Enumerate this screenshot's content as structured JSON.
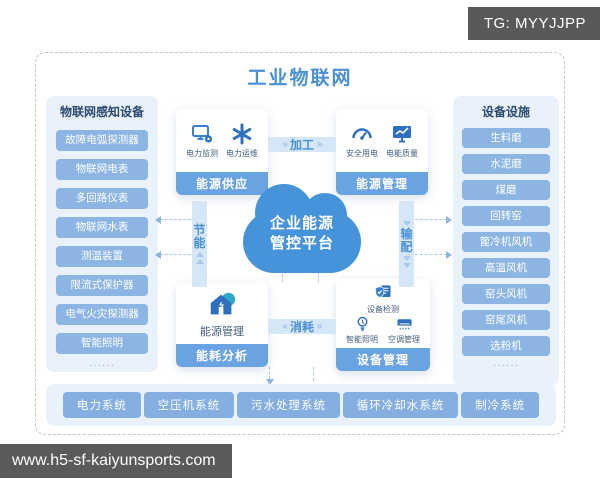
{
  "badge": {
    "text": "TG: MYYJJPP"
  },
  "watermark": {
    "url": "www.h5-sf-kaiyunsports.com"
  },
  "diagram": {
    "title": "工业物联网",
    "left_panel": {
      "header": "物联网感知设备",
      "items": [
        "故障电弧探测器",
        "物联网电表",
        "多回路仪表",
        "物联网水表",
        "测温装置",
        "限流式保护器",
        "电气火灾探测器",
        "智能照明"
      ],
      "more": "······"
    },
    "right_panel": {
      "header": "设备设施",
      "items": [
        "生料磨",
        "水泥磨",
        "煤磨",
        "回转窑",
        "篦冷机风机",
        "高温风机",
        "窑头风机",
        "窑尾风机",
        "选粉机"
      ],
      "more": "······"
    },
    "cards": {
      "supply": {
        "features": [
          {
            "label": "电力监测"
          },
          {
            "label": "电力运维"
          }
        ],
        "footer": "能源供应"
      },
      "management": {
        "features": [
          {
            "label": "安全用电"
          },
          {
            "label": "电能质量"
          }
        ],
        "footer": "能源管理"
      },
      "analysis": {
        "label": "能源管理",
        "footer": "能耗分析"
      },
      "equipment": {
        "features": [
          {
            "label": "设备检测"
          },
          {
            "label": "智能照明"
          },
          {
            "label": "空调管理"
          }
        ],
        "footer": "设备管理"
      }
    },
    "cloud": {
      "line1": "企业能源",
      "line2": "管控平台"
    },
    "flows": {
      "top": "加工",
      "right": "输配",
      "bottom": "消耗",
      "left": "节能"
    },
    "bottom_systems": [
      "电力系统",
      "空压机系统",
      "污水处理系统",
      "循环冷却水系统",
      "制冷系统"
    ]
  },
  "colors": {
    "accent": "#4a90d2",
    "pill": "#8cb5e3",
    "panel_bg": "#e9f1fa",
    "cloud": "#4793da",
    "footer_bar": "#6aa3e2",
    "badge_bg": "#595959"
  }
}
